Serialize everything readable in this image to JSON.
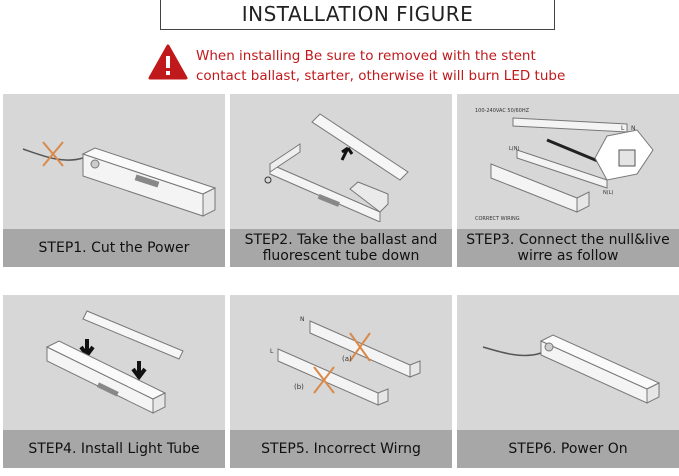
{
  "title": "INSTALLATION FIGURE",
  "warning": {
    "icon": "warning-triangle-icon",
    "color": "#c0191c",
    "line1": "When installing Be sure to removed  with the stent",
    "line2": "contact ballast, starter, otherwise it will burn LED tube"
  },
  "steps": [
    {
      "label": "STEP1.  Cut the Power"
    },
    {
      "label": "STEP2.  Take the ballast and fluorescent tube down"
    },
    {
      "label": "STEP3.  Connect the null&live wirre as follow",
      "diagram_header": "100-240VAC 50/60HZ",
      "diagram_footer": "CORRECT WIRING",
      "l_label": "L",
      "n_label": "N",
      "ln_label": "L(N)",
      "nl_label": "N(L)"
    },
    {
      "label": "STEP4.  Install Light Tube"
    },
    {
      "label": "STEP5.  Incorrect Wirng",
      "a_label": "(a)",
      "b_label": "(b)",
      "n_label": "N",
      "l_label": "L"
    },
    {
      "label": "STEP6.       Power On"
    }
  ]
}
